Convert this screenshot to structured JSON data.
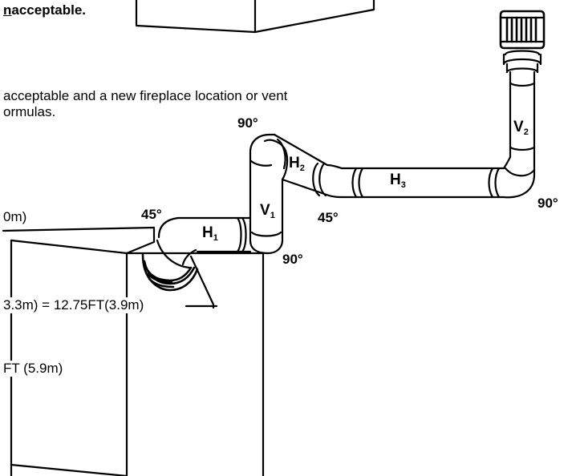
{
  "text": {
    "heading_fragment": "nacceptable.",
    "para_line1": "acceptable and a new fireplace location or vent",
    "para_line2": "ormulas.",
    "calc_line1": "0m)",
    "calc_line2": "3.3m) = 12.75FT(3.9m)",
    "calc_line3": "FT (5.9m)"
  },
  "angles": {
    "top_elbow": "90°",
    "left_elbow": "45°",
    "bottom_elbow": "90°",
    "mid_elbow": "45°",
    "right_elbow": "90°"
  },
  "sections": {
    "h1": {
      "letter": "H",
      "sub": "1"
    },
    "v1": {
      "letter": "V",
      "sub": "1"
    },
    "h2": {
      "letter": "H",
      "sub": "2"
    },
    "h3": {
      "letter": "H",
      "sub": "3"
    },
    "v2": {
      "letter": "V",
      "sub": "2"
    }
  }
}
